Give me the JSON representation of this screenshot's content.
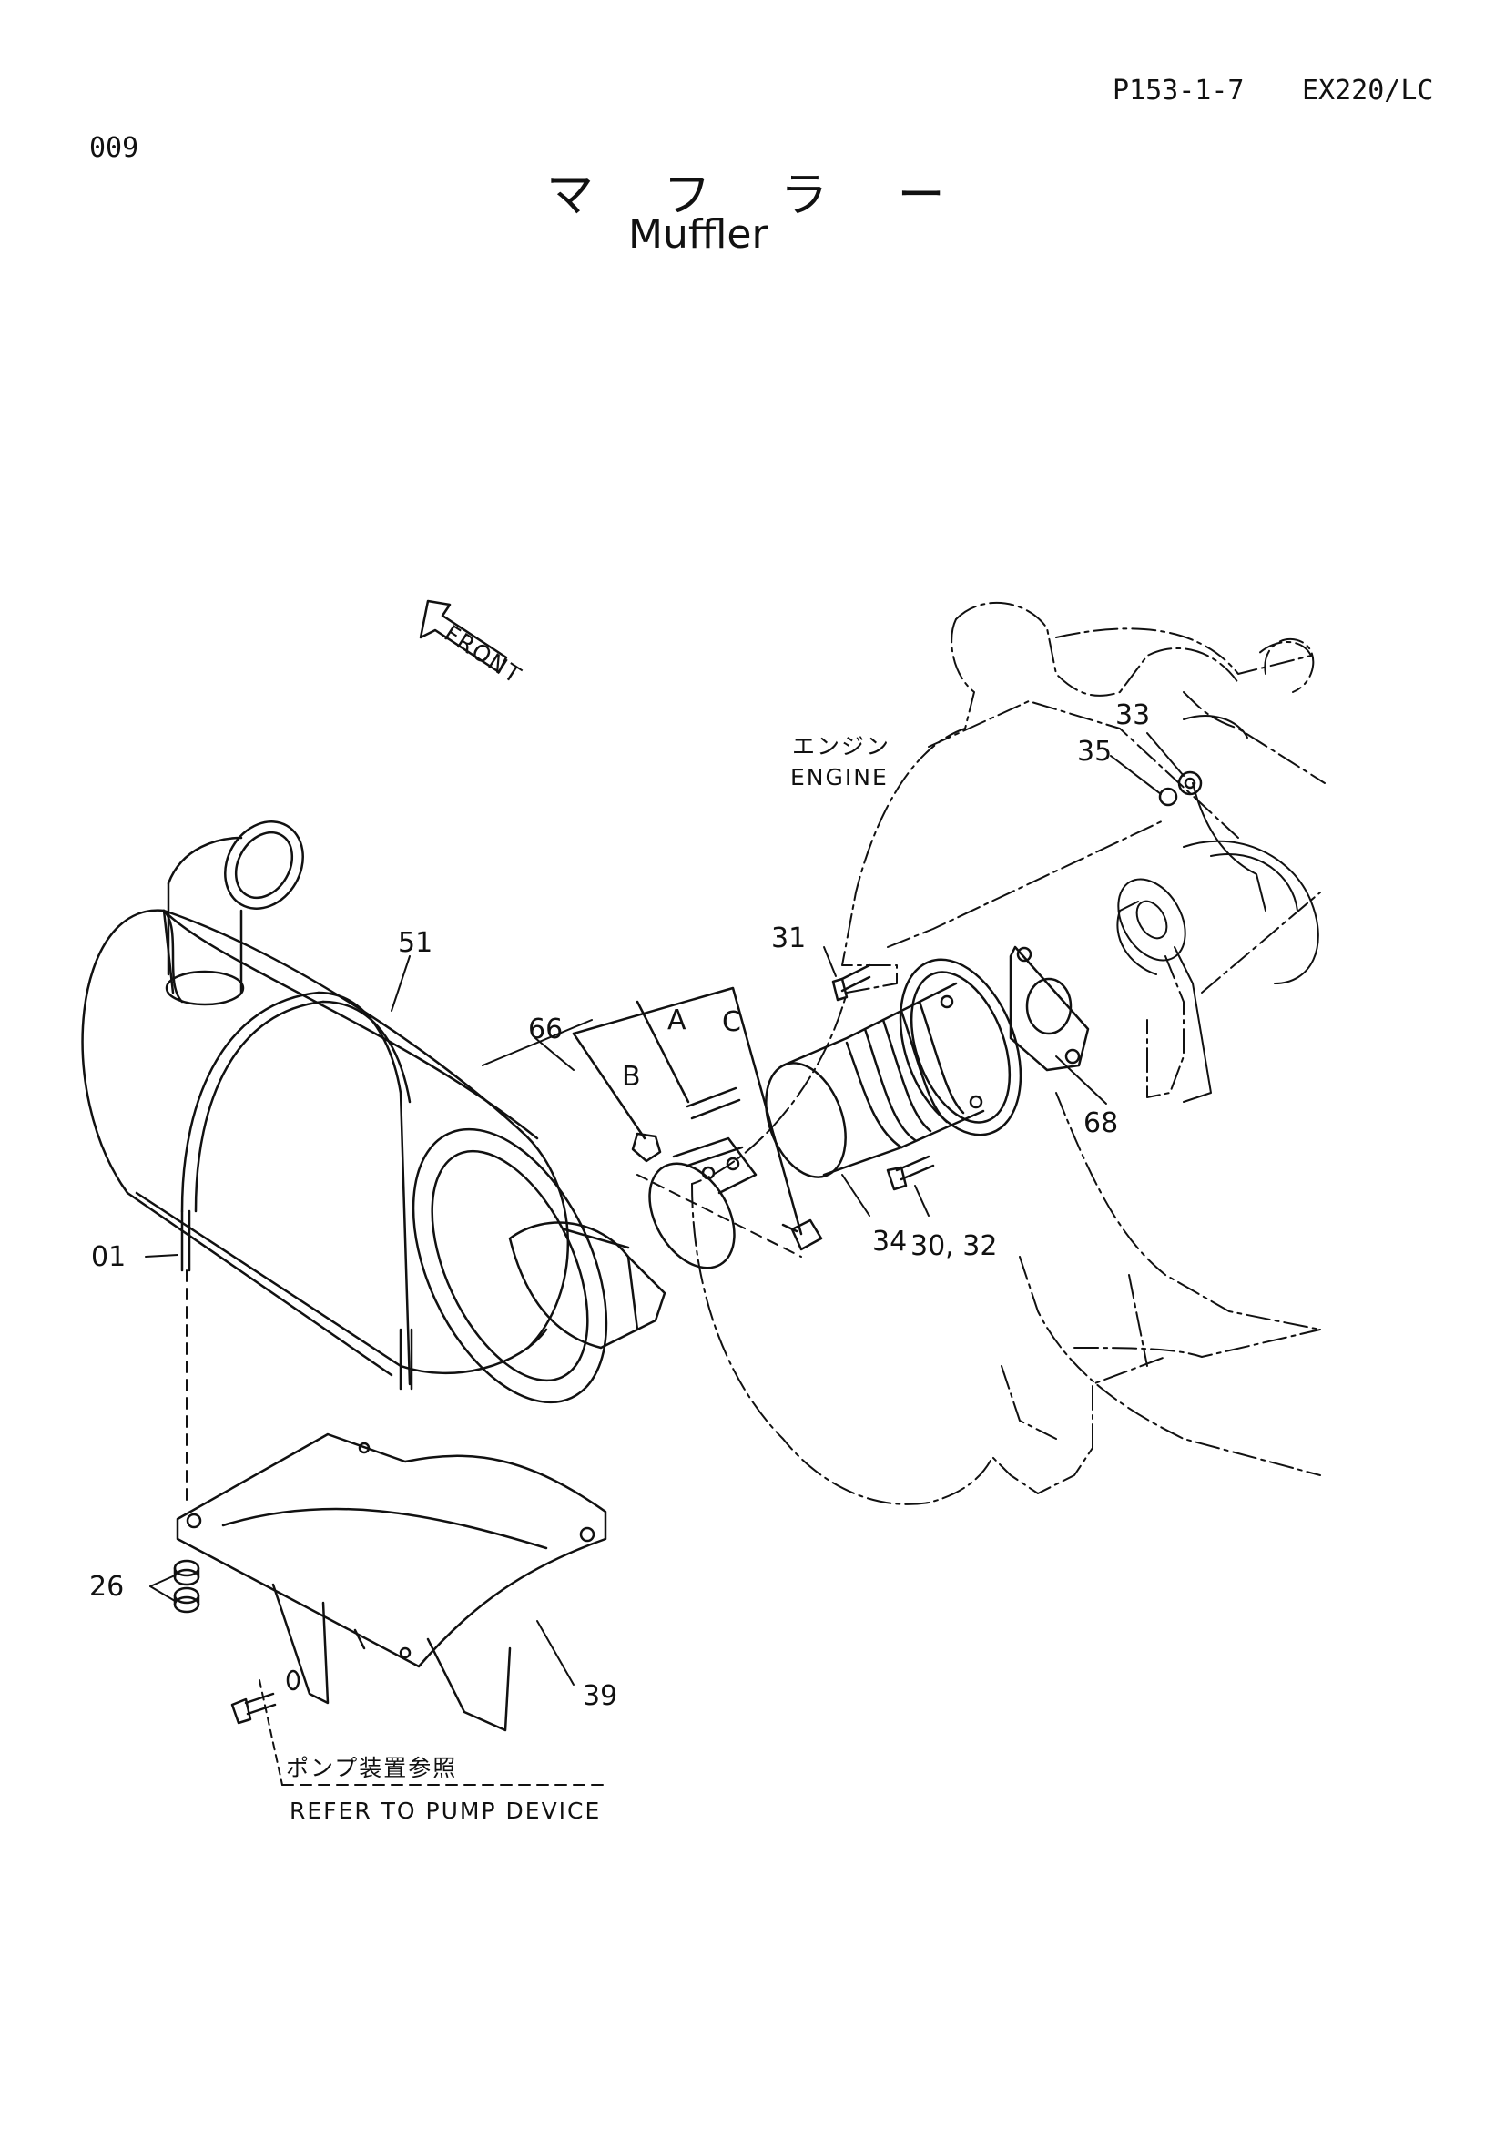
{
  "header": {
    "page_ref": "P153-1-7",
    "model": "EX220/LC",
    "sheet_no": "009"
  },
  "title": {
    "jp": "マ フ ラ ー",
    "en": "Muffler"
  },
  "diagram": {
    "front_marker": "FRONT",
    "engine_jp": "エンジン",
    "engine_en": "ENGINE",
    "refer_jp": "ポンプ装置参照",
    "refer_en": "REFER TO PUMP DEVICE",
    "callouts": {
      "c51": "51",
      "c66": "66",
      "cA": "A",
      "cB": "B",
      "cC": "C",
      "c01": "01",
      "c31": "31",
      "c33": "33",
      "c35": "35",
      "c68": "68",
      "c34": "34",
      "c30_32": "30, 32",
      "c26": "26",
      "c39": "39"
    }
  }
}
